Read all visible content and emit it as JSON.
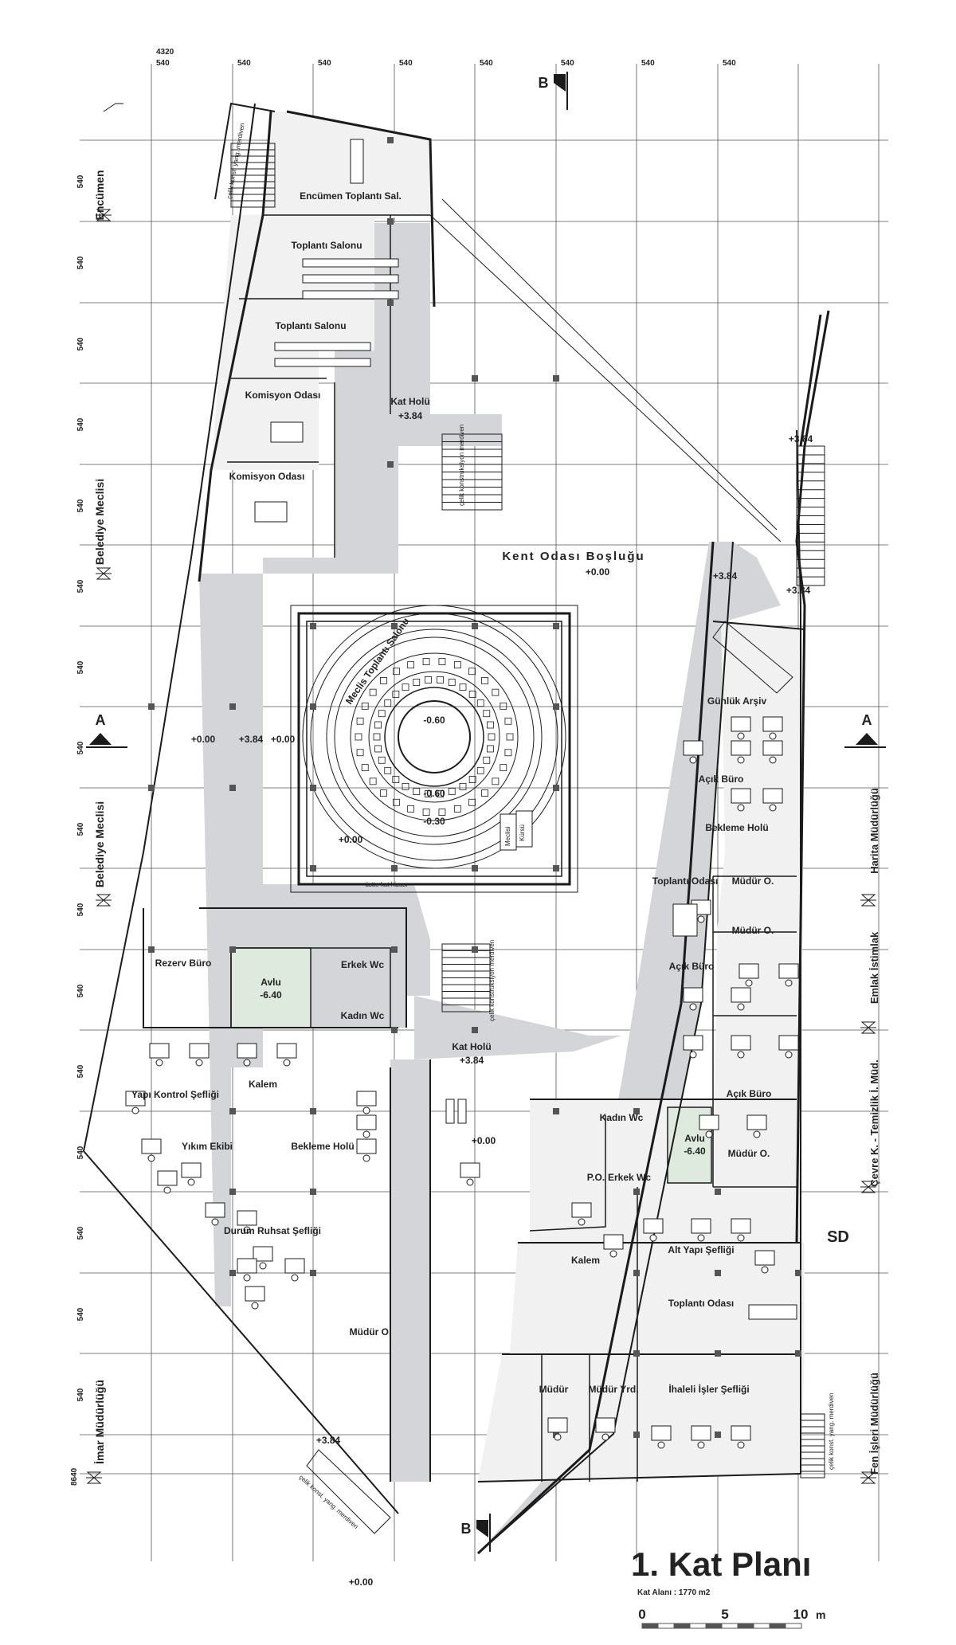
{
  "plan": {
    "title": "1. Kat Planı",
    "area_text": "Kat Alanı : 1770 m2",
    "scale": {
      "ticks": [
        "0",
        "5",
        "10"
      ],
      "unit": "m"
    },
    "top_dimensions": {
      "total": "4320",
      "spans": [
        "540",
        "540",
        "540",
        "540",
        "540",
        "540",
        "540",
        "540"
      ]
    },
    "left_dimensions": {
      "total": "8640",
      "span": "540"
    },
    "section_marks": {
      "a": "A",
      "b": "B"
    }
  },
  "departments": {
    "encumen": "Encümen",
    "belediye_meclisi_top": "Belediye Meclisi",
    "belediye_meclisi_bottom": "Belediye Meclisi",
    "imar": "İmar Müdürlüğü",
    "harita": "Harita Müdürlüğü",
    "emlak": "Emlak İstimlak",
    "cevre": "Çevre K. - Temizlik İ. Müd.",
    "fen": "Fen İşleri Müdürlüğü"
  },
  "rooms": {
    "encumen_toplanti": "Encümen Toplantı Sal.",
    "toplanti_salonu_1": "Toplantı Salonu",
    "toplanti_salonu_2": "Toplantı Salonu",
    "komisyon_1": "Komisyon Odası",
    "komisyon_2": "Komisyon Odası",
    "kat_holu_top": "Kat Holü",
    "kat_holu_top_level": "+3.84",
    "kent_odasi": "Kent Odası Boşluğu",
    "kent_odasi_level": "+0.00",
    "meclis": "Meclis Toplantı Salonu",
    "meclis_level_center": "-0.60",
    "meclis_level_a": "-0.60",
    "meclis_level_b": "-0.30",
    "meclis_level_c": "+0.00",
    "ustte_kat": "üstte kat hizası",
    "level_left_a": "+0.00",
    "level_left_b": "+3.84",
    "level_left_c": "+0.00",
    "level_right_top": "+3.84",
    "level_right_mid": "+3.84",
    "level_right_stair": "+3.84",
    "gunluk_arsiv": "Günlük Arşiv",
    "acik_buro_1": "Açık Büro",
    "bekleme_holu_right": "Bekleme Holü",
    "toplanti_odasi_right": "Toplantı Odası",
    "mudur_o_1": "Müdür O.",
    "mudur_o_2": "Müdür O.",
    "acik_buro_2": "Açık Büro",
    "acik_buro_3": "Açık Büro",
    "mudur_o_3": "Müdür O.",
    "kadin_wc_right": "Kadın Wc",
    "erkek_wc_right": "Erkek Wc",
    "po": "P.O.",
    "avlu_right": "Avlu",
    "avlu_right_level": "-6.40",
    "kalem_right": "Kalem",
    "alt_yapi": "Alt Yapı Şefliği",
    "toplanti_odasi_2": "Toplantı Odası",
    "mudur": "Müdür",
    "mudur_yrd": "Müdür Yrd.",
    "ihaleli": "İhaleli İşler Şefliği",
    "rezerv": "Rezerv Büro",
    "avlu_left": "Avlu",
    "avlu_left_level": "-6.40",
    "erkek_wc_left": "Erkek Wc",
    "kadin_wc_left": "Kadın Wc",
    "kat_holu_mid": "Kat Holü",
    "kat_holu_mid_level": "+3.84",
    "level_void": "+0.00",
    "yapi_kontrol": "Yapı Kontrol Şefliği",
    "kalem_left": "Kalem",
    "yikim": "Yıkım Ekibi",
    "bekleme_holu_left": "Bekleme Holü",
    "durum_ruhsat": "Durum Ruhsat Şefliği",
    "mudur_o_left": "Müdür O.",
    "level_bottom_stair": "+3.84",
    "level_bottom": "+0.00",
    "sd": "SD",
    "stair_note_1": "çelik konst. yang. merdiven",
    "stair_note_2": "çelik konstruksiyon merdiven",
    "stair_note_3": "çelik konstruksiyon merdiven",
    "stair_note_4": "çelik konst. yang. merdiven",
    "stair_note_5": "çelik konst. yang. merdiven",
    "meclis_small_1": "Meclisi",
    "meclis_small_2": "Kürsü"
  },
  "colors": {
    "circulation": "#d3d5d8",
    "office": "#f1f1f1",
    "courtyard": "#dfeadf",
    "line": "#1b1b1b",
    "grid": "#444444"
  }
}
